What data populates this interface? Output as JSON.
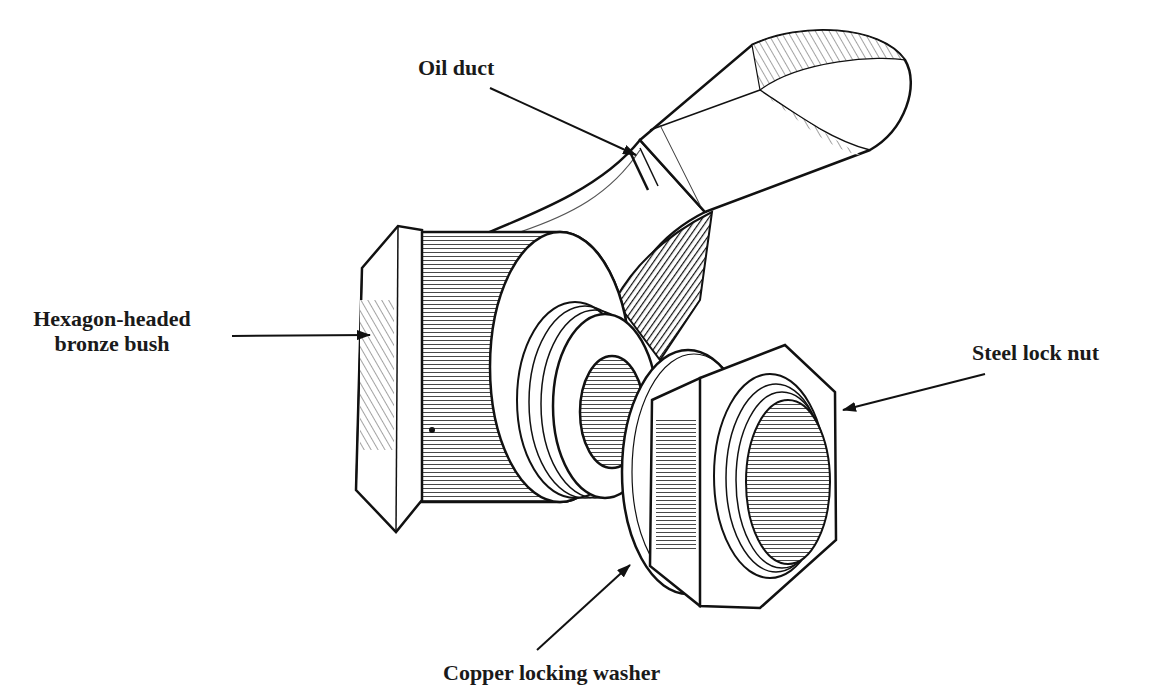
{
  "diagram": {
    "labels": [
      "Oil duct",
      "Hexagon-headed bronze bush",
      "Steel lock nut",
      "Copper locking washer"
    ]
  }
}
